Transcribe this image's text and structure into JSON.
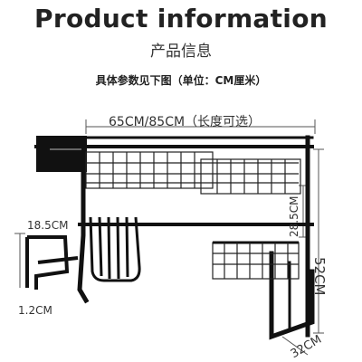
{
  "header": {
    "title": "Product information",
    "subtitle": "产品信息",
    "note": "具体参数见下图（单位：CM厘米）"
  },
  "dimensions": {
    "width": "65CM/85CM（长度可选）",
    "upper_basket_height": "28.5CM",
    "total_height": "52CM",
    "side_rack_height": "18.5CM",
    "foot_clearance": "1.2CM",
    "depth": "32CM"
  },
  "colors": {
    "rack": "#111111",
    "dimension_line": "#555555",
    "text": "#333333"
  }
}
